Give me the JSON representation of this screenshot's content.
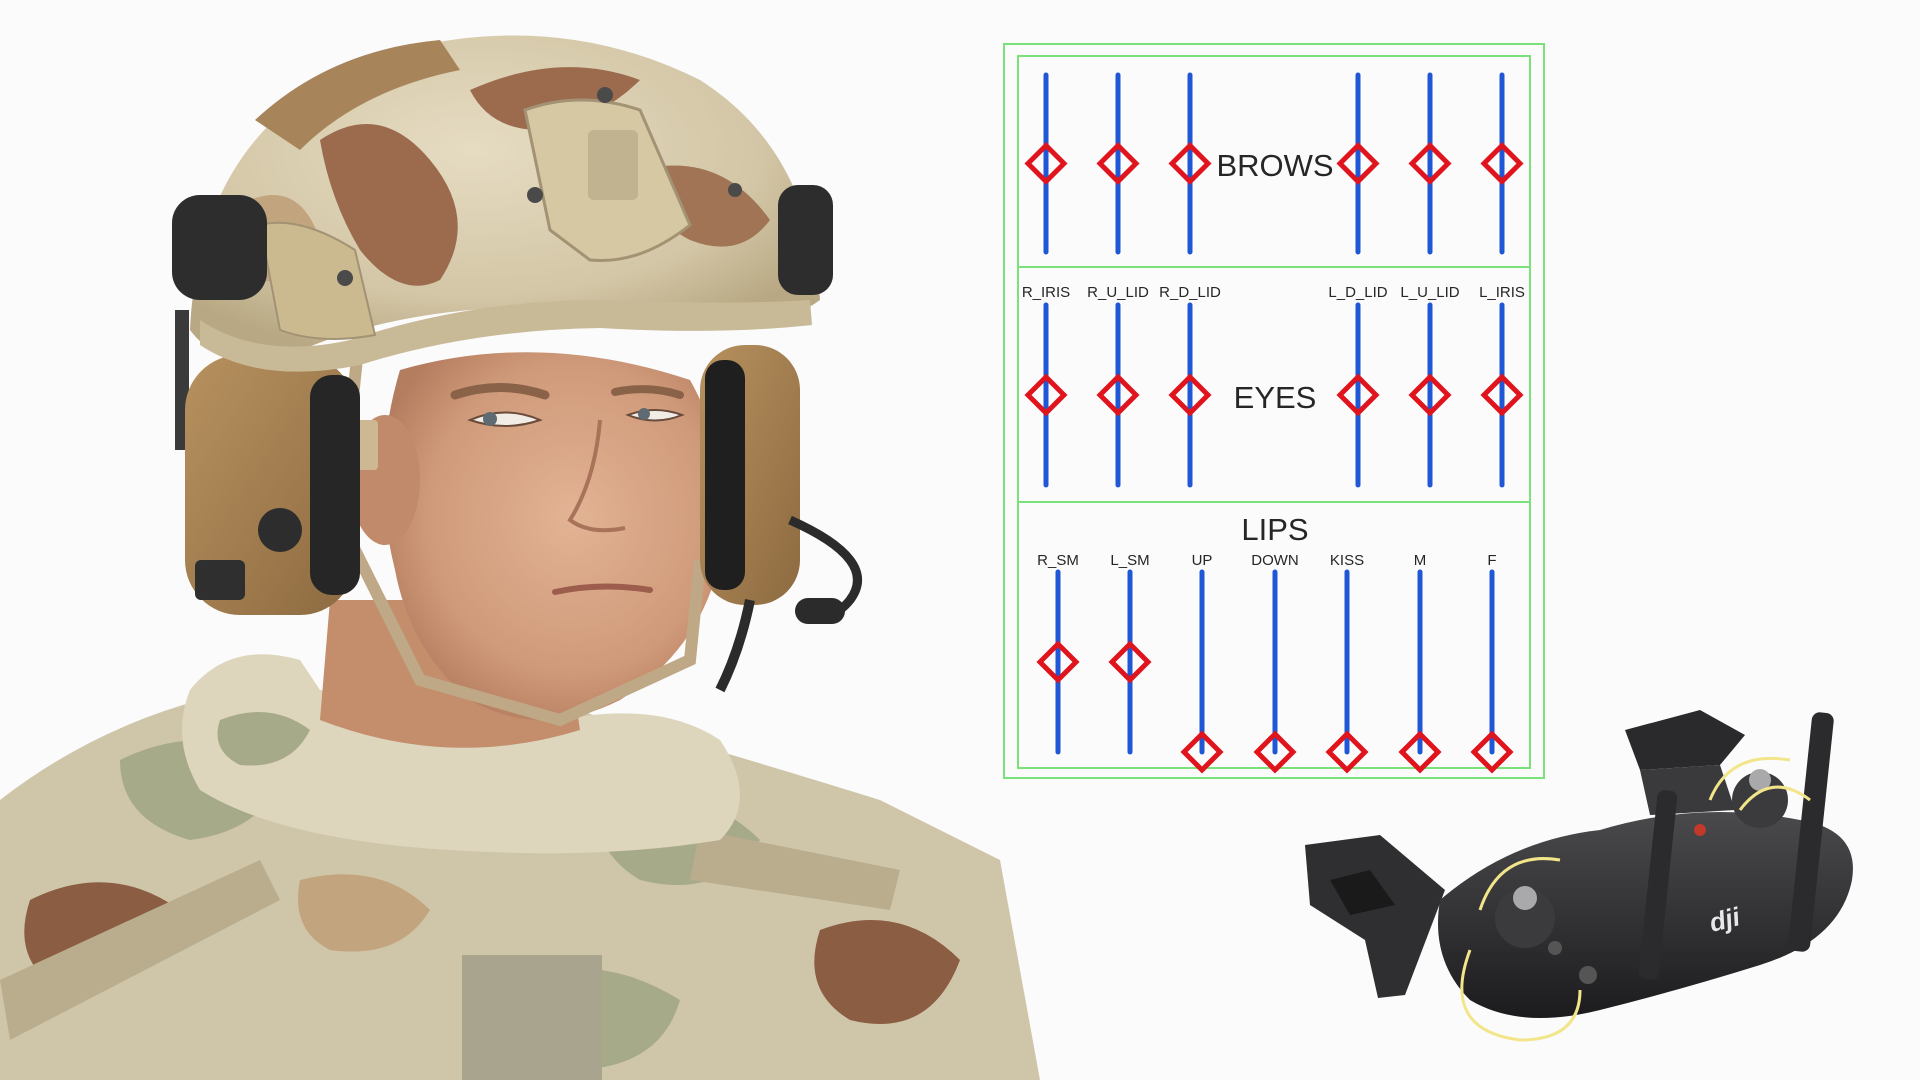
{
  "control_panel": {
    "sections": [
      {
        "title": "BROWS",
        "sliders": [
          {
            "label": "",
            "level": 0.5
          },
          {
            "label": "",
            "level": 0.5
          },
          {
            "label": "",
            "level": 0.5
          },
          {
            "label": "",
            "level": 0.5
          },
          {
            "label": "",
            "level": 0.5
          },
          {
            "label": "",
            "level": 0.5
          }
        ]
      },
      {
        "title": "EYES",
        "sliders": [
          {
            "label": "R_IRIS",
            "level": 0.5
          },
          {
            "label": "R_U_LID",
            "level": 0.5
          },
          {
            "label": "R_D_LID",
            "level": 0.5
          },
          {
            "label": "L_D_LID",
            "level": 0.5
          },
          {
            "label": "L_U_LID",
            "level": 0.5
          },
          {
            "label": "L_IRIS",
            "level": 0.5
          }
        ]
      },
      {
        "title": "LIPS",
        "sliders": [
          {
            "label": "R_SM",
            "level": 0.5
          },
          {
            "label": "L_SM",
            "level": 0.5
          },
          {
            "label": "UP",
            "level": 0.0
          },
          {
            "label": "DOWN",
            "level": 0.0
          },
          {
            "label": "KISS",
            "level": 0.0
          },
          {
            "label": "M",
            "level": 0.0
          },
          {
            "label": "F",
            "level": 0.0
          }
        ]
      }
    ],
    "colors": {
      "frame": "#7be27b",
      "track": "#1f57d6",
      "handle": "#e0141c"
    }
  },
  "controller": {
    "brand_mark": "dji"
  },
  "colors": {
    "camo_light": "#d8ccb0",
    "camo_tan": "#c2a57e",
    "camo_brown": "#8b5e44",
    "camo_green": "#a6a988",
    "skin": "#d9a787",
    "headset": "#a88456"
  }
}
